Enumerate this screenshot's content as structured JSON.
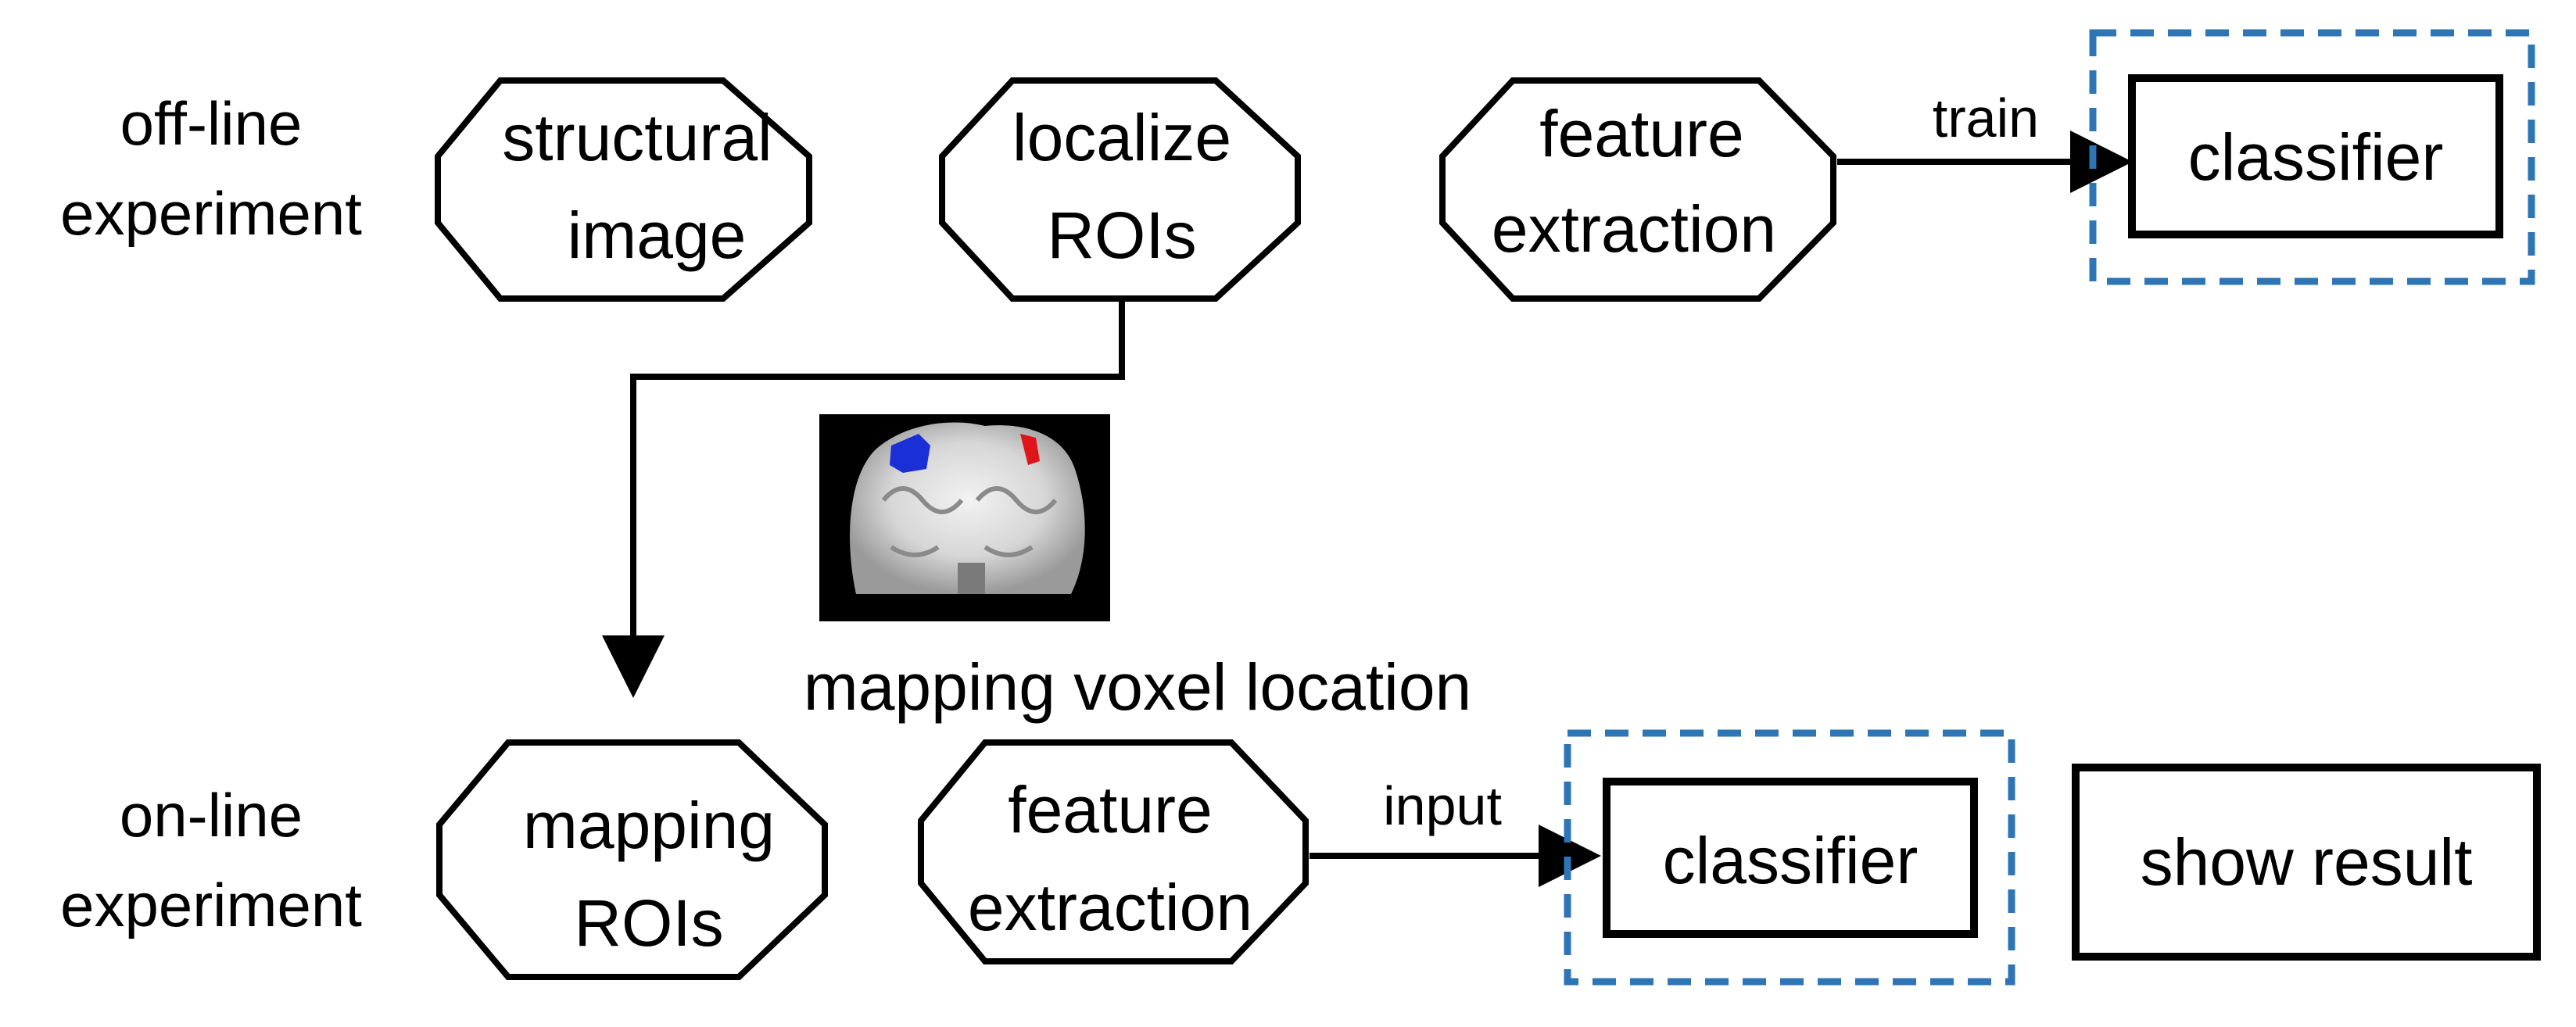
{
  "row_labels": {
    "offline_line1": "off-line",
    "offline_line2": "experiment",
    "online_line1": "on-line",
    "online_line2": "experiment"
  },
  "nodes": {
    "structural_image": {
      "line1": "structural",
      "line2": "image"
    },
    "localize_rois": {
      "line1": "localize",
      "line2": "ROIs"
    },
    "feature_extraction_offline": {
      "line1": "feature",
      "line2": "extraction"
    },
    "classifier_offline": {
      "label": "classifier"
    },
    "mapping_rois": {
      "line1": "mapping",
      "line2": "ROIs"
    },
    "feature_extraction_online": {
      "line1": "feature",
      "line2": "extraction"
    },
    "classifier_online": {
      "label": "classifier"
    },
    "show_result": {
      "label": "show result"
    }
  },
  "edges": {
    "train": "train",
    "input": "input",
    "mapping_voxel_location": "mapping voxel location"
  },
  "colors": {
    "outline": "#000000",
    "dashed_box": "#2E75B6",
    "brain_bg": "#000000",
    "roi_blue": "#1A2FD6",
    "roi_red": "#E0141B"
  },
  "icons": {
    "brain_image": "brain-mri-slice-icon"
  }
}
